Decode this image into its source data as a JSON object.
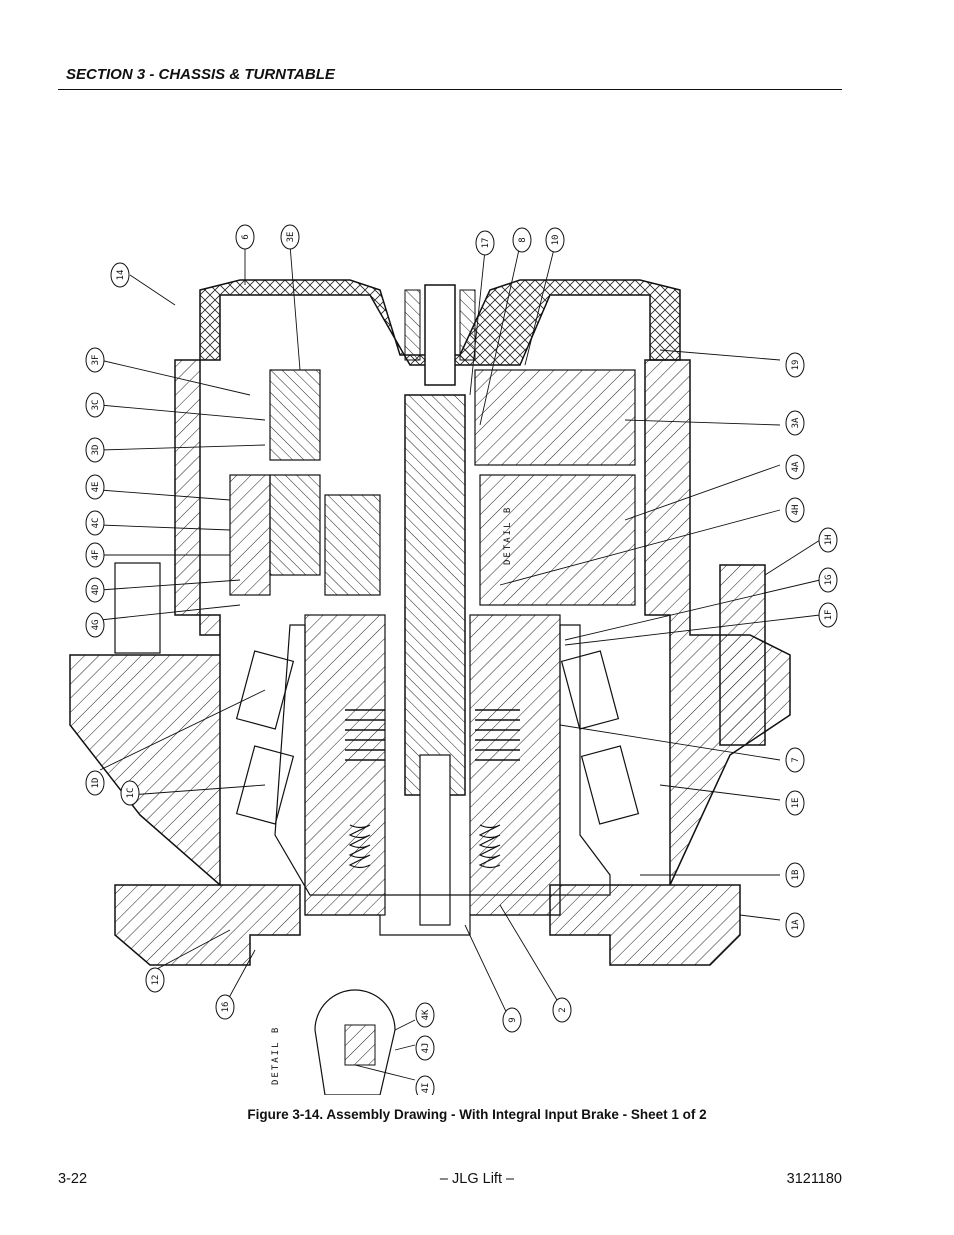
{
  "header": {
    "section_title": "SECTION 3 - CHASSIS & TURNTABLE"
  },
  "figure": {
    "caption": "Figure 3-14.  Assembly Drawing - With Integral Input Brake - Sheet 1 of 2",
    "detail_label": "DETAIL B",
    "detail_view_label": "DETAIL B",
    "callouts_top": [
      "14",
      "6",
      "3E",
      "17",
      "8",
      "10"
    ],
    "callouts_left": [
      "3F",
      "3C",
      "3D",
      "4E",
      "4C",
      "4F",
      "4D",
      "4G",
      "1D",
      "1C"
    ],
    "callouts_right": [
      "19",
      "3A",
      "4A",
      "4H",
      "1H",
      "1G",
      "1F",
      "7",
      "1E",
      "1B",
      "1A"
    ],
    "callouts_bottom": [
      "12",
      "16",
      "9",
      "2"
    ],
    "callouts_detail": [
      "4K",
      "4J",
      "4I"
    ]
  },
  "footer": {
    "page_number": "3-22",
    "center_text": "– JLG Lift –",
    "doc_number": "3121180"
  }
}
